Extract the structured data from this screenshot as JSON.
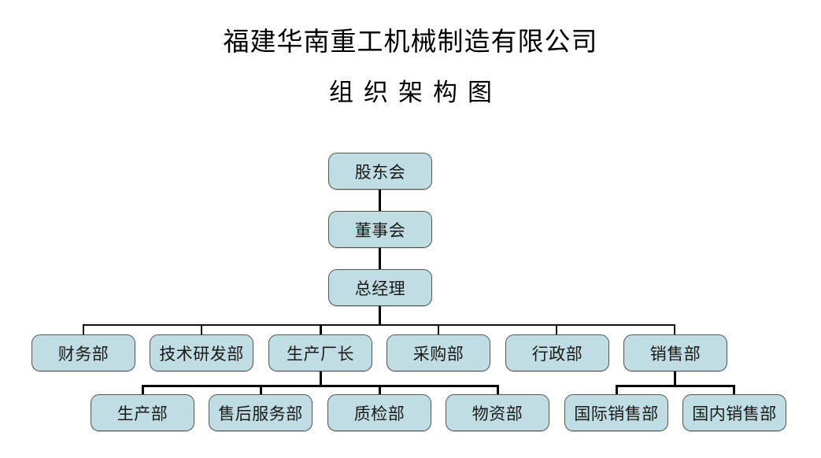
{
  "title": {
    "main": "福建华南重工机械制造有限公司",
    "sub": "组织架构图"
  },
  "colors": {
    "node_fill": "#bfdde2",
    "node_border": "#555555",
    "connector": "#000000",
    "text": "#1a1a1a",
    "background": "#ffffff"
  },
  "chart_data": {
    "type": "diagram",
    "diagram_type": "organization-chart",
    "title": "福建华南重工机械制造有限公司 组织架构图",
    "levels": [
      {
        "level": 1,
        "nodes": [
          "股东会"
        ]
      },
      {
        "level": 2,
        "nodes": [
          "董事会"
        ]
      },
      {
        "level": 3,
        "nodes": [
          "总经理"
        ]
      },
      {
        "level": 4,
        "nodes": [
          "财务部",
          "技术研发部",
          "生产厂长",
          "采购部",
          "行政部",
          "销售部"
        ]
      },
      {
        "level": 5,
        "nodes": [
          "生产部",
          "售后服务部",
          "质检部",
          "物资部",
          "国际销售部",
          "国内销售部"
        ]
      }
    ],
    "edges": [
      {
        "from": "股东会",
        "to": "董事会"
      },
      {
        "from": "董事会",
        "to": "总经理"
      },
      {
        "from": "总经理",
        "to": "财务部"
      },
      {
        "from": "总经理",
        "to": "技术研发部"
      },
      {
        "from": "总经理",
        "to": "生产厂长"
      },
      {
        "from": "总经理",
        "to": "采购部"
      },
      {
        "from": "总经理",
        "to": "行政部"
      },
      {
        "from": "总经理",
        "to": "销售部"
      },
      {
        "from": "生产厂长",
        "to": "生产部"
      },
      {
        "from": "生产厂长",
        "to": "售后服务部"
      },
      {
        "from": "生产厂长",
        "to": "质检部"
      },
      {
        "from": "生产厂长",
        "to": "物资部"
      },
      {
        "from": "销售部",
        "to": "国际销售部"
      },
      {
        "from": "销售部",
        "to": "国内销售部"
      }
    ]
  },
  "nodes": {
    "shareholders": {
      "label": "股东会"
    },
    "board": {
      "label": "董事会"
    },
    "general_manager": {
      "label": "总经理"
    },
    "finance": {
      "label": "财务部"
    },
    "rnd": {
      "label": "技术研发部"
    },
    "production_director": {
      "label": "生产厂长"
    },
    "purchasing": {
      "label": "采购部"
    },
    "administration": {
      "label": "行政部"
    },
    "sales": {
      "label": "销售部"
    },
    "production": {
      "label": "生产部"
    },
    "after_sales": {
      "label": "售后服务部"
    },
    "quality": {
      "label": "质检部"
    },
    "materials": {
      "label": "物资部"
    },
    "international_sales": {
      "label": "国际销售部"
    },
    "domestic_sales": {
      "label": "国内销售部"
    }
  }
}
